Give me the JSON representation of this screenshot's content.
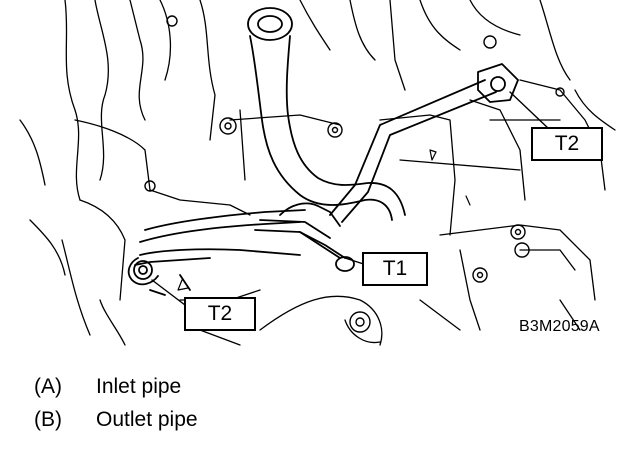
{
  "callouts": {
    "top_right": "T2",
    "middle": "T1",
    "bottom_left": "T2"
  },
  "figure_code": "B3M2059A",
  "legend": [
    {
      "key": "(A)",
      "label": "Inlet pipe"
    },
    {
      "key": "(B)",
      "label": "Outlet pipe"
    }
  ]
}
